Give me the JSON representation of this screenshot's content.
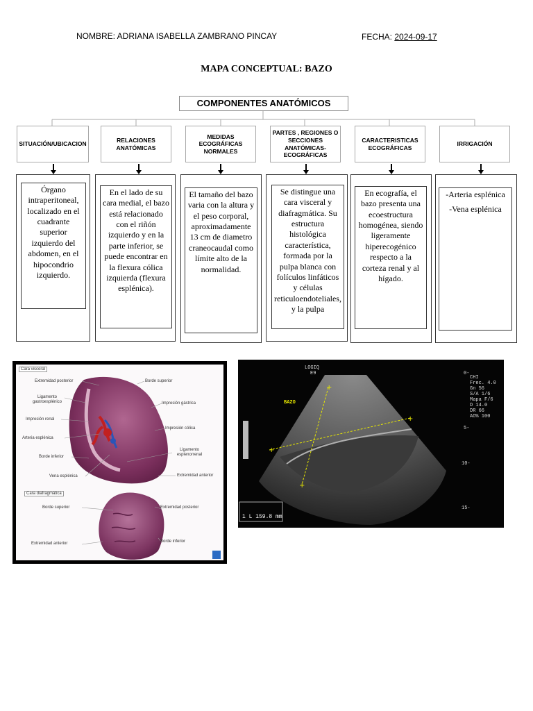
{
  "header": {
    "name_label": "NOMBRE: ADRIANA ISABELLA ZAMBRANO PINCAY",
    "date_label": "FECHA: ",
    "date_value": "2024-09-17"
  },
  "title": "MAPA CONCEPTUAL: BAZO",
  "root": "COMPONENTES ANATÓMICOS",
  "categories": [
    "SITUACIÓN/UBICACION",
    "RELACIONES ANATÓMICAS",
    "MEDIDAS ECOGRÁFICAS NORMALES",
    "PARTES , REGIONES O SECCIONES ANATÓMICAS-ECOGRÁFICAS",
    "CARACTERISTICAS ECOGRÁFICAS",
    "IRRIGACIÓN"
  ],
  "descriptions": [
    "Órgano intraperitoneal, localizado en el cuadrante superior izquierdo del abdomen, en el hipocondrio izquierdo.",
    "En el lado de su cara medial, el bazo está relacionado con el riñón izquierdo y en la parte inferior, se puede encontrar en la flexura cólica izquierda (flexura esplénica).",
    "El tamaño del bazo varia con la altura y el peso corporal, aproximadamente 13 cm de diametro craneocaudal como límite alto de la normalidad.",
    "Se distingue una cara visceral y diafragmática. Su estructura histológica característica, formada por la pulpa blanca con folículos linfáticos y células reticuloendoteliales, y la pulpa",
    "En ecografía, el bazo presenta una ecoestructura homogénea, siendo ligeramente hiperecogénico respecto a la corteza renal y al hígado.",
    ""
  ],
  "irrigation": [
    "-Arteria esplénica",
    "-Vena esplénica"
  ],
  "anatomy": {
    "visceral_label": "Cara visceral",
    "diaphragmatic_label": "Cara diafragmática",
    "labels": {
      "extremidad_posterior": "Extremidad posterior",
      "ligamento_gastro": "Ligamento gastroesplénico",
      "impresion_renal": "Impresión renal",
      "arteria": "Arteria esplénica",
      "borde_inferior": "Borde inferior",
      "vena": "Vena esplénica",
      "borde_superior": "Borde superior",
      "impresion_gastrica": "Impresión gástrica",
      "impresion_colica": "Impresión cólica",
      "ligamento_espleno": "Ligamento esplenorrenal",
      "extremidad_anterior": "Extremidad anterior",
      "d_borde_superior": "Borde superior",
      "d_extremidad_posterior": "Extremidad posterior",
      "d_extremidad_anterior": "Extremidad anterior",
      "d_borde_inferior": "Borde inferior"
    }
  },
  "ultrasound": {
    "bazo_label": "BAZO",
    "logiq": "LOGIQ",
    "logiq2": "E9",
    "measure": "1 L 159.8 mm",
    "params": [
      "CHI",
      "Frec.  4.0",
      "Gn      56",
      "S/A    1/6",
      "Mapa  F/6",
      "D      14.0",
      "DR      66",
      "AO%  100"
    ],
    "depth_0": "0-",
    "depth_5": "5-",
    "depth_10": "10-",
    "depth_15": "15-"
  }
}
